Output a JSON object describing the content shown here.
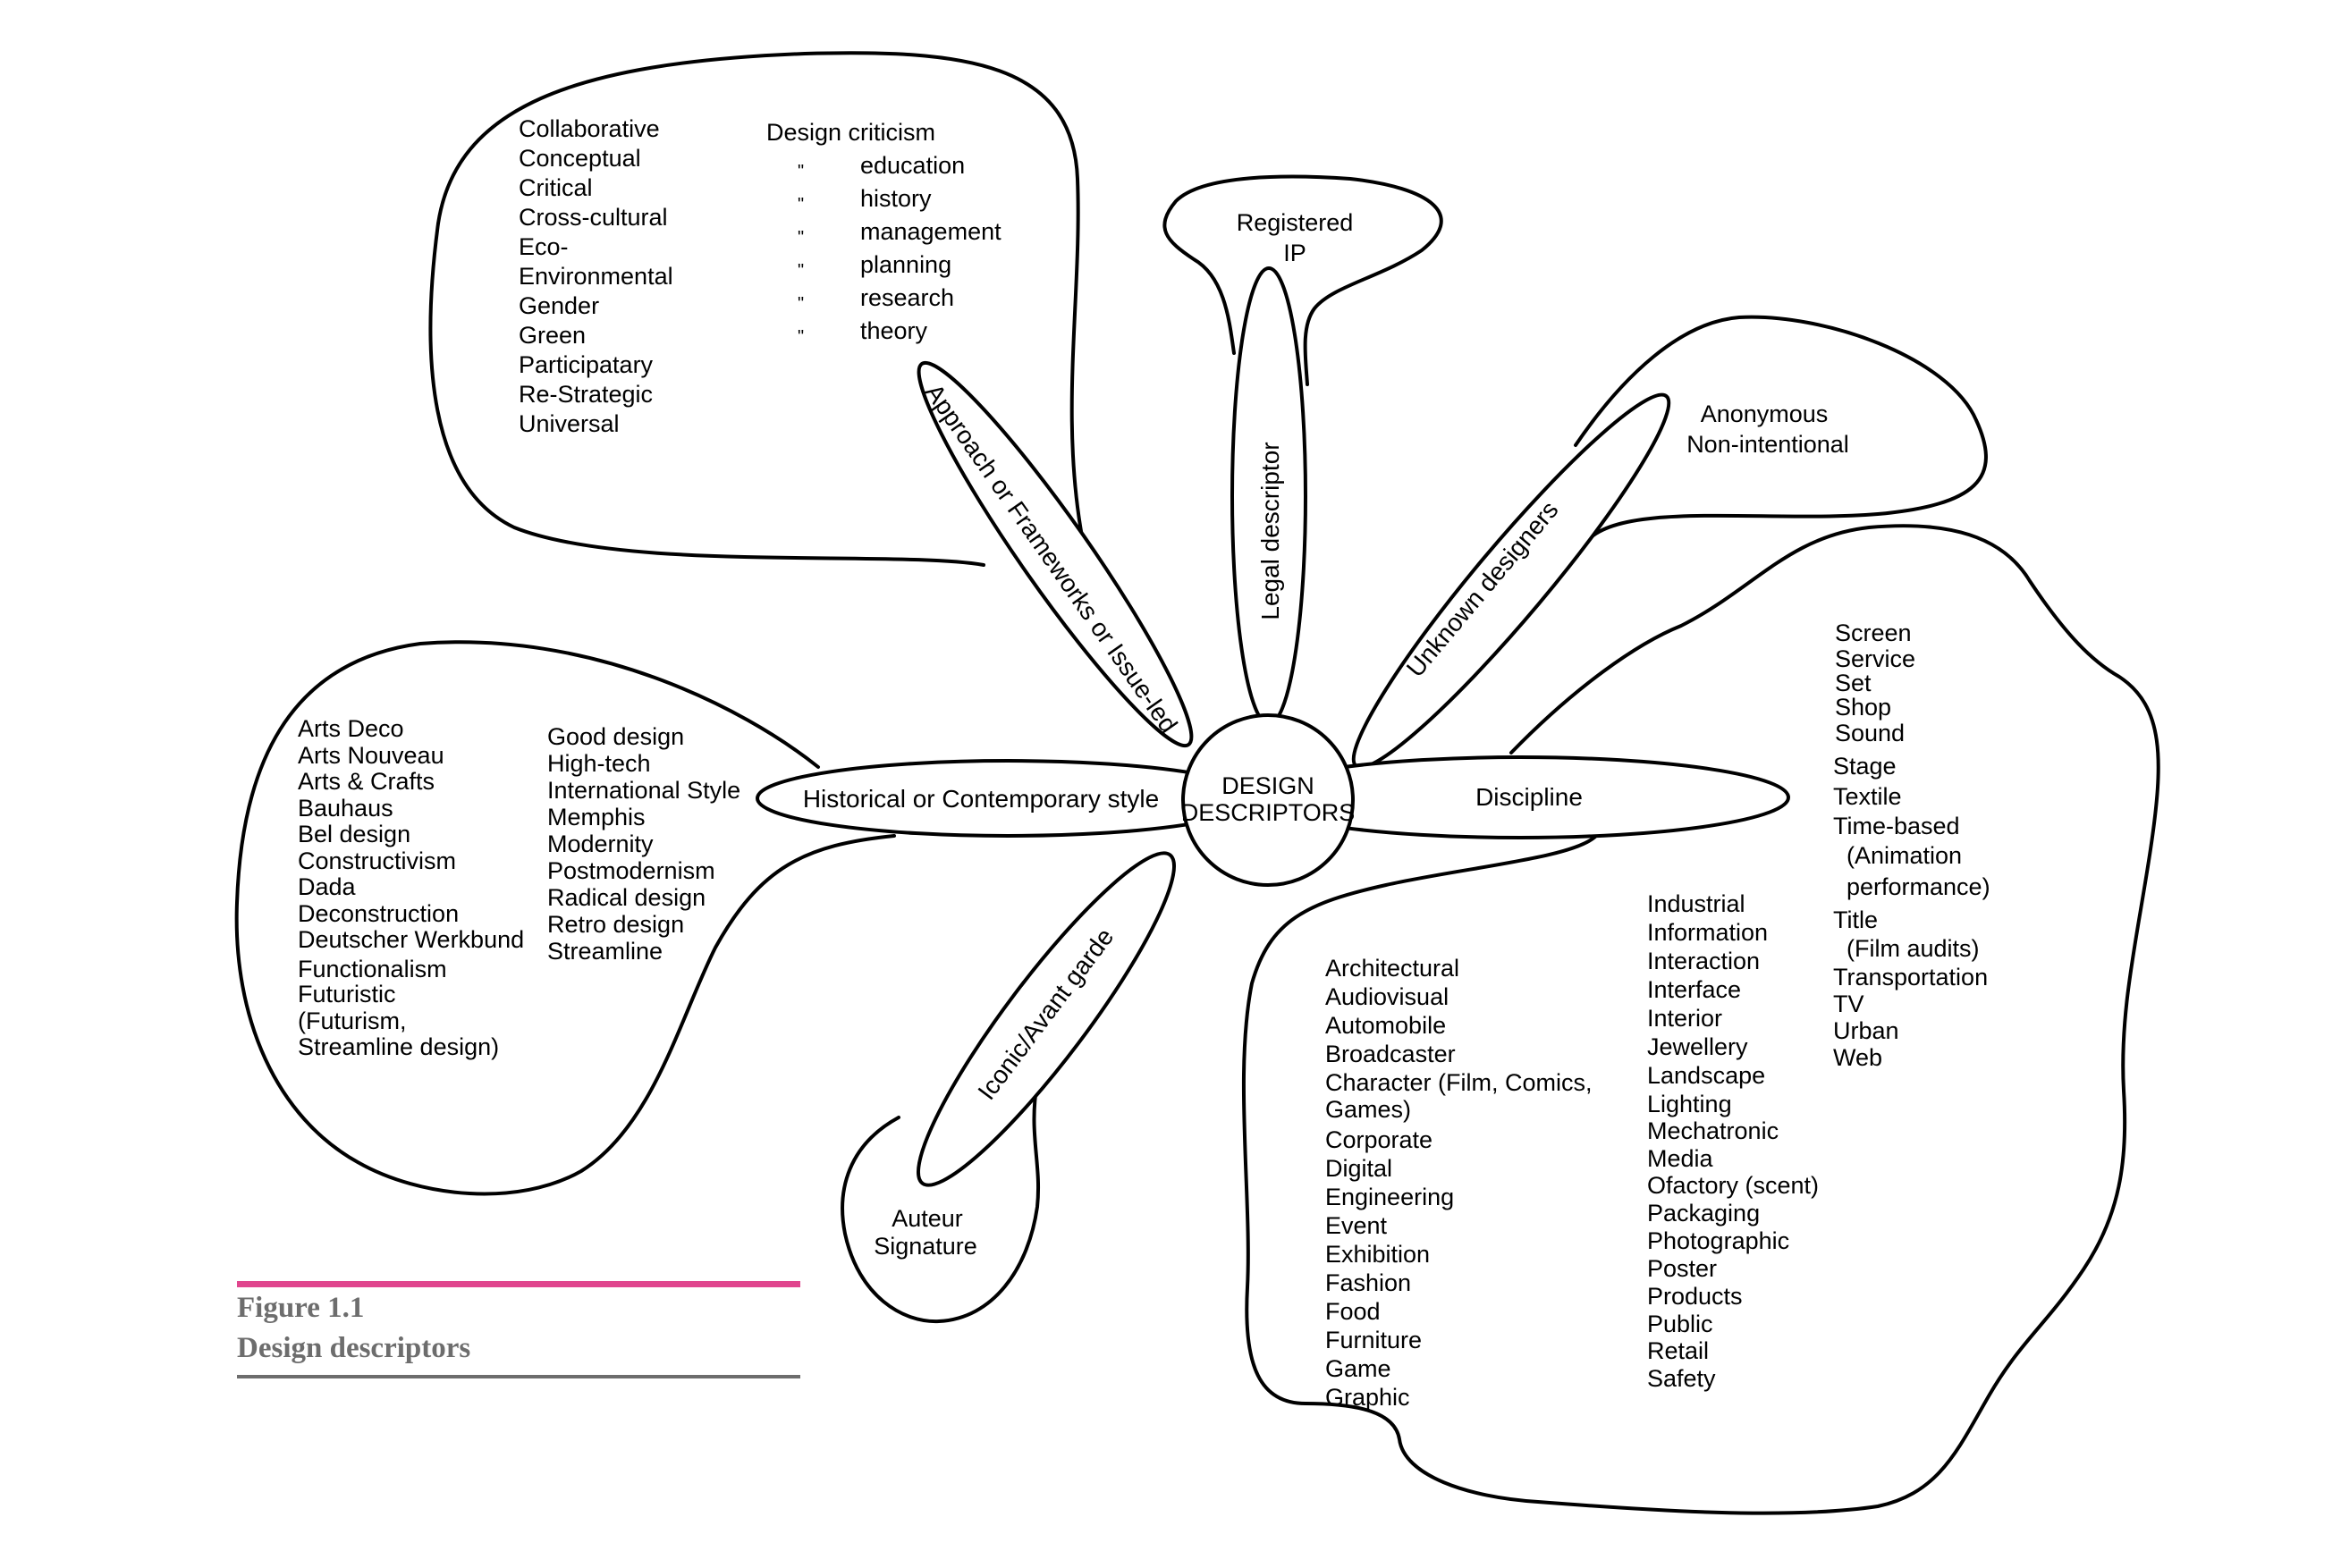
{
  "center": {
    "line1": "DESIGN",
    "line2": "DESCRIPTORS"
  },
  "petals": {
    "approach": "Approach or Frameworks or Issue-led",
    "legal": "Legal descriptor",
    "unknown": "Unknown designers",
    "historical": "Historical or Contemporary style",
    "discipline": "Discipline",
    "iconic": "Iconic/Avant garde"
  },
  "approach_cloud": {
    "col1": [
      "Collaborative",
      "Conceptual",
      "Critical",
      "Cross-cultural",
      "Eco-",
      "Environmental",
      "Gender",
      "Green",
      "Participatary",
      "Re-Strategic",
      "Universal"
    ],
    "criticism_head": "Design criticism",
    "criticism_items": [
      "education",
      "history",
      "management",
      "planning",
      "research",
      "theory"
    ],
    "ditto_mark": "\""
  },
  "legal_cloud": {
    "line1": "Registered",
    "line2": "IP"
  },
  "unknown_cloud": {
    "line1": "Anonymous",
    "line2": "Non-intentional"
  },
  "iconic_cloud": {
    "line1": "Auteur",
    "line2": "Signature"
  },
  "historical_cloud": {
    "col1": [
      "Arts Deco",
      "Arts Nouveau",
      "Arts & Crafts",
      "Bauhaus",
      "Bel design",
      "Constructivism",
      "Dada",
      "Deconstruction",
      "Deutscher Werkbund",
      "Functionalism",
      "Futuristic",
      "(Futurism,",
      " Streamline design)"
    ],
    "col2": [
      "Good design",
      "High-tech",
      "International Style",
      "Memphis",
      "Modernity",
      "Postmodernism",
      "Radical design",
      "Retro design",
      "Streamline"
    ]
  },
  "discipline_cloud": {
    "col1": [
      "Architectural",
      "Audiovisual",
      "Automobile",
      "Broadcaster",
      "Character (Film, Comics,",
      "Games)",
      "Corporate",
      "Digital",
      "Engineering",
      "Event",
      "Exhibition",
      "Fashion",
      "Food",
      "Furniture",
      "Game",
      "Graphic"
    ],
    "col2": [
      "Industrial",
      "Information",
      "Interaction",
      "Interface",
      "Interior",
      "Jewellery",
      "Landscape",
      "Lighting",
      "Mechatronic",
      "Media",
      "Ofactory (scent)",
      "Packaging",
      "Photographic",
      "Poster",
      "Products",
      "Public",
      "Retail",
      "Safety"
    ],
    "col3a": [
      "Screen",
      "Service",
      "Set",
      "Shop",
      "Sound"
    ],
    "col3b": [
      "Stage",
      "Textile",
      "Time-based",
      "  (Animation",
      "  performance)",
      "Title",
      "  (Film audits)",
      "Transportation",
      "TV",
      "Urban",
      "Web"
    ]
  },
  "caption": {
    "figure": "Figure 1.1",
    "title": "Design descriptors"
  },
  "colors": {
    "accent_rule": "#e0468e",
    "bottom_rule": "#6d6d6d",
    "caption_text": "#6d6d6d",
    "stroke": "#000000"
  }
}
